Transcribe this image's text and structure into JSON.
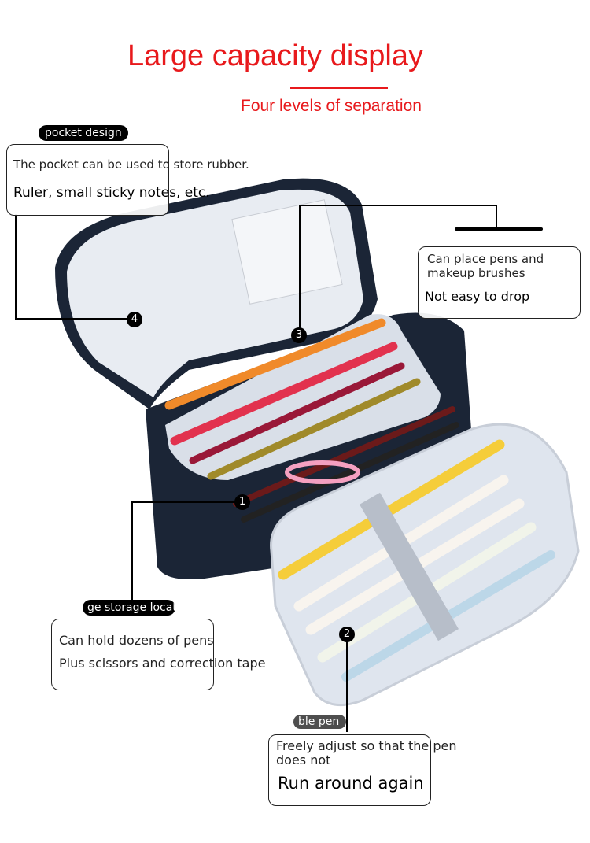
{
  "title": "Large capacity display",
  "subtitle": "Four levels of separation",
  "callouts": [
    {
      "number": "4",
      "tag": "pocket design",
      "lines": [
        "The pocket can be used to store rubber.",
        "Ruler, small sticky notes, etc."
      ]
    },
    {
      "number": "3",
      "tag": "",
      "lines": [
        "Can place pens and",
        "makeup brushes",
        "Not easy to drop"
      ]
    },
    {
      "number": "1",
      "tag": "ge storage locati",
      "lines": [
        "Can hold dozens of pens",
        "Plus scissors and correction tape"
      ]
    },
    {
      "number": "2",
      "tag": "ble pen",
      "lines": [
        "Freely adjust so that the pen",
        "does not",
        "Run around again"
      ]
    }
  ],
  "colors": {
    "accent": "#e8191c",
    "case": "#1b2536",
    "lining": "#dde3ec"
  }
}
